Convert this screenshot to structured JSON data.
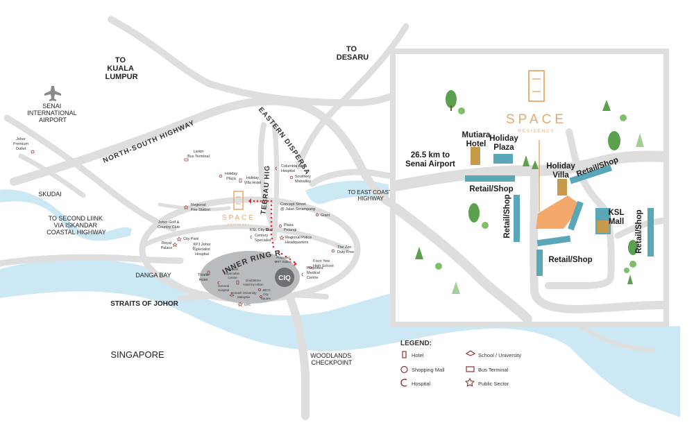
{
  "colors": {
    "road": "#dedede",
    "water": "#cde8f5",
    "poi": "#8c2e2e",
    "brand": "#e9a86a",
    "tree": "#5ba14d",
    "building": "#5aa7b8",
    "marker": "#e8282b"
  },
  "labels": {
    "kl": [
      "TO",
      "KUALA",
      "LUMPUR"
    ],
    "desaru": [
      "TO",
      "DESARU"
    ],
    "airport": [
      "SENAI",
      "INTERNATIONAL",
      "AIRPORT"
    ],
    "skudai": "SKUDAI",
    "second_link": [
      "TO SECOND LIINK",
      "VIA ISKANDAR",
      "COASTAL HIGHWAY"
    ],
    "danga": "DANGA BAY",
    "straits": "STRAITS OF JOHOR",
    "singapore": "SINGAPORE",
    "woodlands": [
      "WOODLANDS",
      "CHECKPOINT"
    ],
    "east_coast": [
      "TO EAST COAST",
      "HIGHWAY"
    ],
    "ns_highway": "NORTH-SOUTH HIGHWAY",
    "eastern_dispersal": "EASTERN DISPERSAL LINK",
    "tebrau": "TEBRAU HIGHWAY",
    "inner_ring": "INNER RING ROAD",
    "ciq": "CIQ"
  },
  "pois": {
    "premium_outlet": [
      "Johor",
      "Premium",
      "Outlet"
    ],
    "larkin": [
      "Larkin",
      "Bus Terminal"
    ],
    "holiday_plaza": [
      "Holiday",
      "Plaza"
    ],
    "holiday_villa": [
      "Holiday",
      "Villa Hotel"
    ],
    "columbia": [
      "Columbia Asia",
      "Hospital"
    ],
    "southkey": [
      "Southkey",
      "Midvalley"
    ],
    "concept": [
      "Concept Street",
      "@ Jalan Serampang"
    ],
    "fire": [
      "Regional",
      "Fire Station"
    ],
    "golf": [
      "Johor Golf &",
      "Country Club"
    ],
    "city_park": "City Park",
    "royal": [
      "Royal",
      "Palace"
    ],
    "kpj": [
      "KPJ Johor",
      "Specialist",
      "Hospital"
    ],
    "ksl": "KSL City Mall",
    "century": [
      "Century",
      "Specialist"
    ],
    "plaza_pelangi": [
      "Plaza",
      "Pelangi"
    ],
    "police": [
      "Regional Police",
      "Headquarters"
    ],
    "giant": "Giant",
    "zon": [
      "The Zon",
      "Duty Free"
    ],
    "foon_yew": [
      "Foon Yew",
      "High School"
    ],
    "medical_centre": [
      "Proposed",
      "Medical",
      "Centre"
    ],
    "mrt": [
      "Proposed",
      "MRT Station"
    ],
    "thistle": [
      "Thistle",
      "Hotel"
    ],
    "medical_specialist": [
      "Medical",
      "Specialist",
      "Centre"
    ],
    "doubletree": [
      "Doubletree",
      "Hotel by Hilton"
    ],
    "general": [
      "General",
      "Hospital"
    ],
    "jbcc": "JBCC",
    "monash": [
      "Monash University",
      "Malaysia"
    ],
    "city_square": [
      "City",
      "Square"
    ],
    "utc": "UTC"
  },
  "brand": {
    "name": "SPACE",
    "sub": "RESIDENCY"
  },
  "inset": {
    "senai": [
      "26.5 km to",
      "Senai Airport"
    ],
    "mutiara": [
      "Mutiara",
      "Hotel"
    ],
    "holiday_plaza": [
      "Holiday",
      "Plaza"
    ],
    "holiday_villa": [
      "Holiday",
      "Villa"
    ],
    "ksl": [
      "KSL",
      "Mall"
    ],
    "retail": "Retail/Shop"
  },
  "legend": {
    "title": "LEGEND:",
    "items": [
      {
        "label": "Hotel",
        "icon": "hotel-icon"
      },
      {
        "label": "School / University",
        "icon": "school-icon"
      },
      {
        "label": "Shopping Mall",
        "icon": "shopping-mall-icon"
      },
      {
        "label": "Bus Terminal",
        "icon": "bus-terminal-icon"
      },
      {
        "label": "Hospital",
        "icon": "hospital-icon"
      },
      {
        "label": "Public Sector",
        "icon": "public-sector-icon"
      }
    ]
  }
}
